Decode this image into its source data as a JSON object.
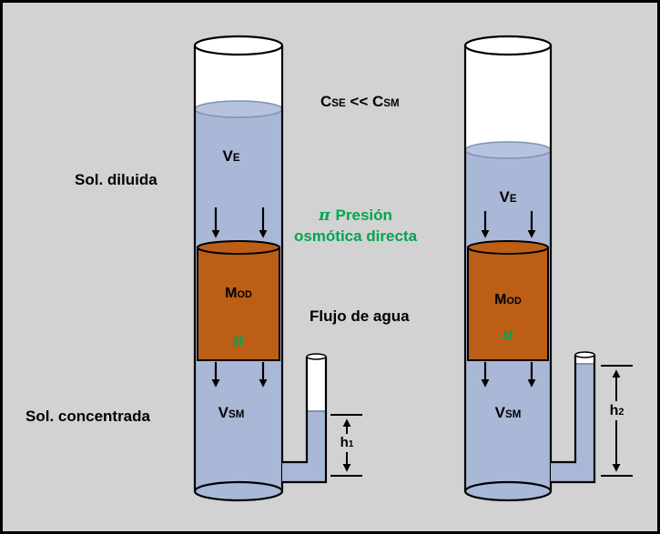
{
  "colors": {
    "background": "#d2d2d2",
    "liquid_blue": "#a9b8d6",
    "membrane_orange": "#bc5e15",
    "accent_green": "#00a550",
    "outline": "#000000"
  },
  "side_labels": {
    "dilute": "Sol. diluida",
    "concentrated": "Sol. concentrada"
  },
  "center": {
    "concentration": {
      "c1": "C",
      "sub1": "SE",
      "op": "<<",
      "c2": "C",
      "sub2": "SM"
    },
    "osmotic": {
      "pi": "π",
      "line1": "Presión",
      "line2": "osmótica directa"
    },
    "flow": "Flujo de agua"
  },
  "cylinders": {
    "left": {
      "ve": {
        "main": "V",
        "sub": "E"
      },
      "mod": {
        "main": "M",
        "sub": "OD"
      },
      "pi": "π",
      "vsm": {
        "main": "V",
        "sub": "SM"
      },
      "h": {
        "main": "h",
        "sub": "1"
      }
    },
    "right": {
      "ve": {
        "main": "V",
        "sub": "E"
      },
      "mod": {
        "main": "M",
        "sub": "OD"
      },
      "pi": "π",
      "vsm": {
        "main": "V",
        "sub": "SM"
      },
      "h": {
        "main": "h",
        "sub": "2"
      }
    }
  }
}
